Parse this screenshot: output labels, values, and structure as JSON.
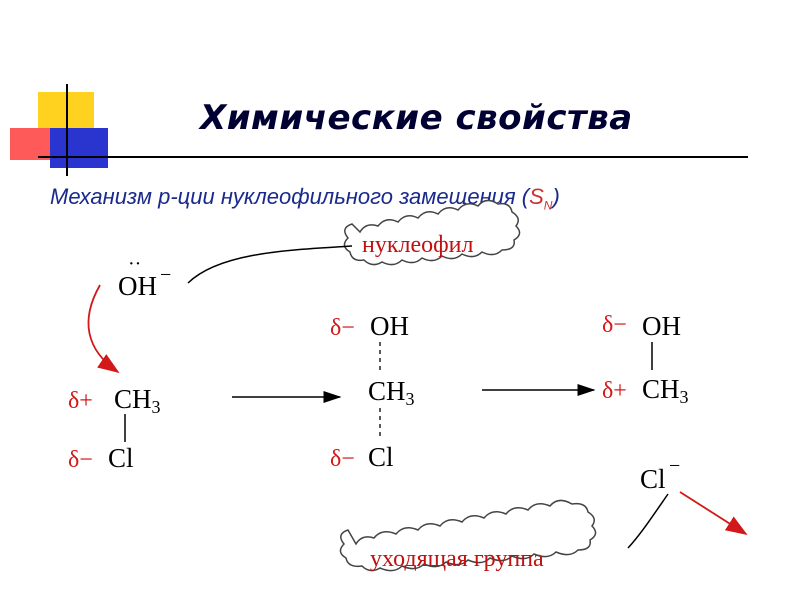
{
  "title": "Химические свойства",
  "subtitle": {
    "text": "Механизм р-ции нуклеофильного замещения (",
    "sn": "S",
    "sn_sub": "N",
    "close": ")"
  },
  "diagram": {
    "nucleophile_label": "нуклеофил",
    "leaving_group_label": "уходящая группа",
    "hydroxide": "OH",
    "charge_minus": "−",
    "lone_pair": "··",
    "ch3": "CH",
    "sub3": "3",
    "cl": "Cl",
    "oh": "OH",
    "delta_plus": "δ+",
    "delta_minus": "δ−"
  },
  "colors": {
    "accent_red": "#d21818",
    "title_navy": "#000033",
    "subtitle_blue": "#1a2a8c",
    "deco_yellow": "#ffd21f",
    "deco_blue": "#2a35d0",
    "deco_red": "#ff4040"
  }
}
